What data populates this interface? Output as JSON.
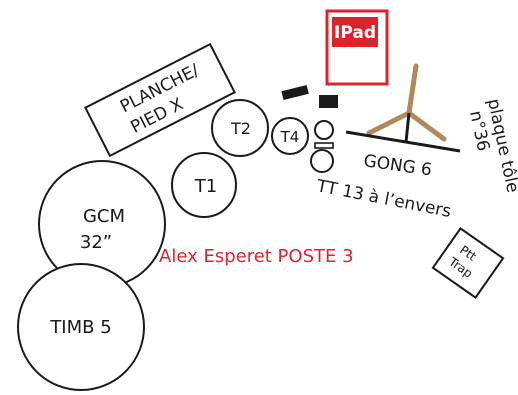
{
  "colors": {
    "ink": "#1a1a1a",
    "accent_red": "#d7262d",
    "stand_brown": "#b08a5a",
    "background": "#ffffff"
  },
  "labels": {
    "planche_line1": "PLANCHE/",
    "planche_line2": "PIED X",
    "t1": "T1",
    "t2": "T2",
    "t4": "T4",
    "gcm_line1": "GCM",
    "gcm_line2": "32”",
    "timb": "TIMB 5",
    "ipad": "IPad",
    "gong": "GONG 6",
    "tt": "TT 13 à l’envers",
    "plaque_line1": "plaque tôle",
    "plaque_line2": "n°36",
    "ptt_line1": "Ptt",
    "ptt_line2": "Trap",
    "poste": "Alex Esperet POSTE 3"
  }
}
